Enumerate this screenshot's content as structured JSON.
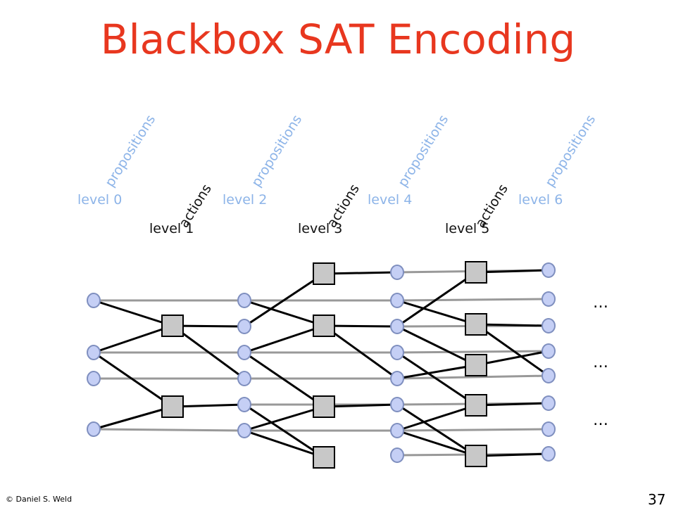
{
  "title": "Blackbox SAT Encoding",
  "columns": [
    {
      "kind": "propositions",
      "rotated_label": "propositions",
      "level_label": "level 0"
    },
    {
      "kind": "actions",
      "rotated_label": "actions",
      "level_label": "level 1"
    },
    {
      "kind": "propositions",
      "rotated_label": "propositions",
      "level_label": "level 2"
    },
    {
      "kind": "actions",
      "rotated_label": "actions",
      "level_label": "level 3"
    },
    {
      "kind": "propositions",
      "rotated_label": "propositions",
      "level_label": "level 4"
    },
    {
      "kind": "actions",
      "rotated_label": "actions",
      "level_label": "level 5"
    },
    {
      "kind": "propositions",
      "rotated_label": "propositions",
      "level_label": "level 6"
    }
  ],
  "ellipses": [
    "…",
    "…",
    "…"
  ],
  "footer": {
    "copyright": "© Daniel S. Weld",
    "page_number": "37"
  },
  "colors": {
    "title": "#e8371f",
    "proposition_label": "#8db4e8",
    "action_label": "#111111",
    "proposition_node_fill": "#c5cff5",
    "proposition_node_stroke": "#7f8fbf",
    "action_node_fill": "#c8c8c8",
    "persistence_edge": "#999999",
    "action_edge": "#000000"
  }
}
